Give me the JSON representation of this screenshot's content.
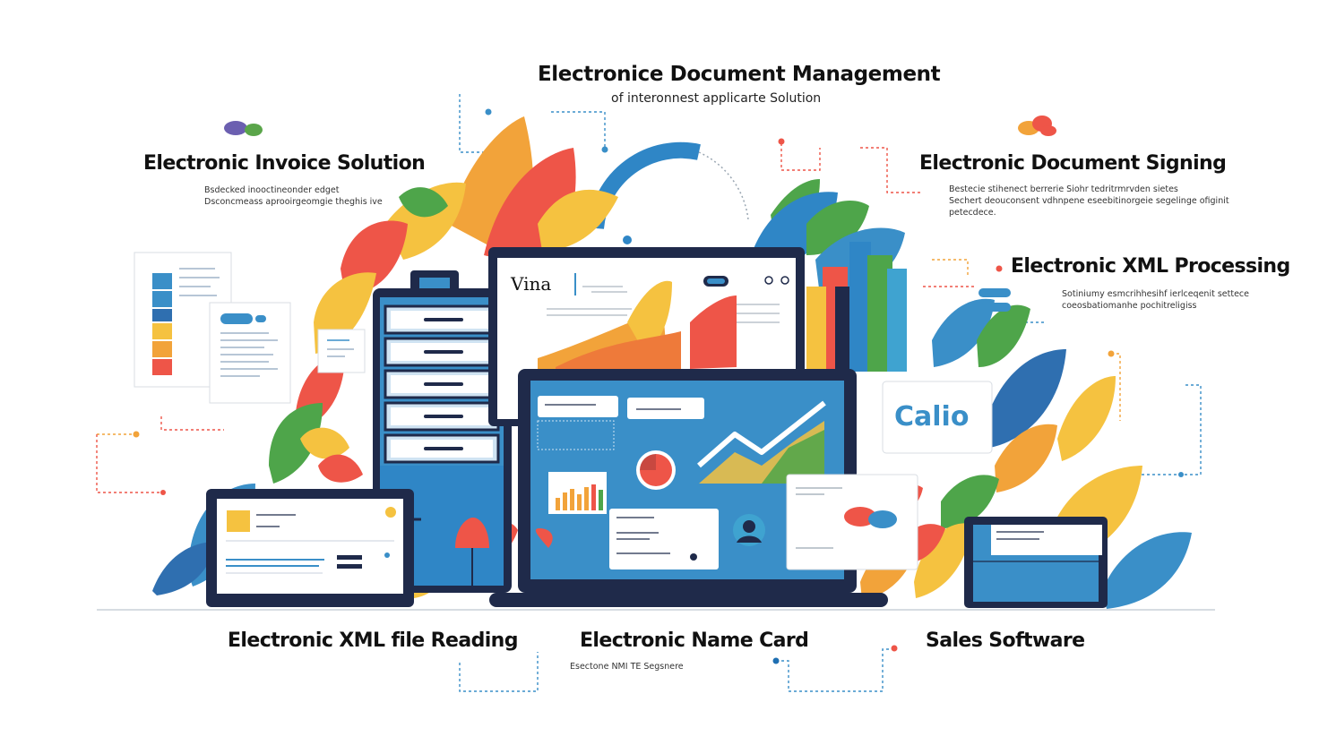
{
  "header": {
    "title": "Electronice Document Management",
    "subtitle": "of interonnest applicarte Solution"
  },
  "features": {
    "invoice": {
      "label": "Electronic Invoice Solution",
      "desc": [
        "Bsdecked inooctineonder edget",
        "Dsconcmeass aprooirgeomgie theghis ive"
      ]
    },
    "signing": {
      "label": "Electronic Document Signing",
      "desc": [
        "Bestecie stihenect berrerie Siohr tedritrmrvden sietes",
        "Sechert deouconsent vdhnpene eseebitinorgeie segelinge ofiginit",
        "petecdece."
      ]
    },
    "xml_processing": {
      "label": "Electronic XML Processing",
      "desc": [
        "Sotiniumy esmcrihhesihf ierlceqenit settece",
        "coeosbatiomanhe pochitreligiss"
      ]
    },
    "xml_reading": {
      "label": "Electronic XML file Reading"
    },
    "name_card": {
      "label": "Electronic Name Card",
      "desc": "Esectone NMI TE Segsnere"
    },
    "sales": {
      "label": "Sales Software"
    }
  },
  "screen": {
    "brand": "Vina"
  },
  "badge": {
    "text": "Calio"
  },
  "colors": {
    "blue": "#3a8fc8",
    "navy": "#1f2a4a",
    "orange": "#f2a33a",
    "yellow": "#f5c240",
    "red": "#ee5548",
    "green": "#4ea54a",
    "teal": "#3fa3d0"
  }
}
